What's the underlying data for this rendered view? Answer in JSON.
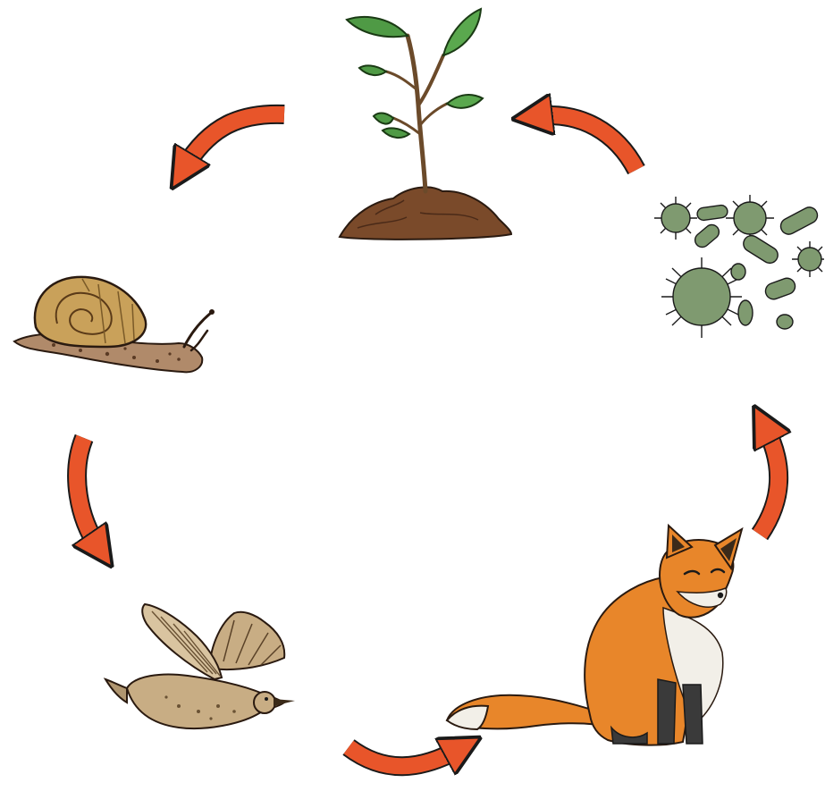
{
  "diagram": {
    "type": "cycle",
    "nodes": [
      {
        "id": "plant",
        "icon": "plant-icon"
      },
      {
        "id": "snail",
        "icon": "snail-icon"
      },
      {
        "id": "bird",
        "icon": "bird-icon"
      },
      {
        "id": "fox",
        "icon": "fox-icon"
      },
      {
        "id": "decomposers",
        "icon": "bacteria-icon"
      }
    ],
    "edges": [
      {
        "from": "plant",
        "to": "snail"
      },
      {
        "from": "snail",
        "to": "bird"
      },
      {
        "from": "bird",
        "to": "fox"
      },
      {
        "from": "fox",
        "to": "decomposers"
      },
      {
        "from": "decomposers",
        "to": "plant"
      }
    ]
  },
  "colors": {
    "arrow": "#e8552a",
    "arrow_outline": "#1a1a1a",
    "leaf": "#4f9a45",
    "soil": "#7a4a2a",
    "snail_shell": "#c9a15a",
    "snail_body": "#b08a6a",
    "bird": "#c8ad84",
    "fox": "#e8862a",
    "fox_white": "#f2efe8",
    "microbe": "#7f9a70"
  }
}
